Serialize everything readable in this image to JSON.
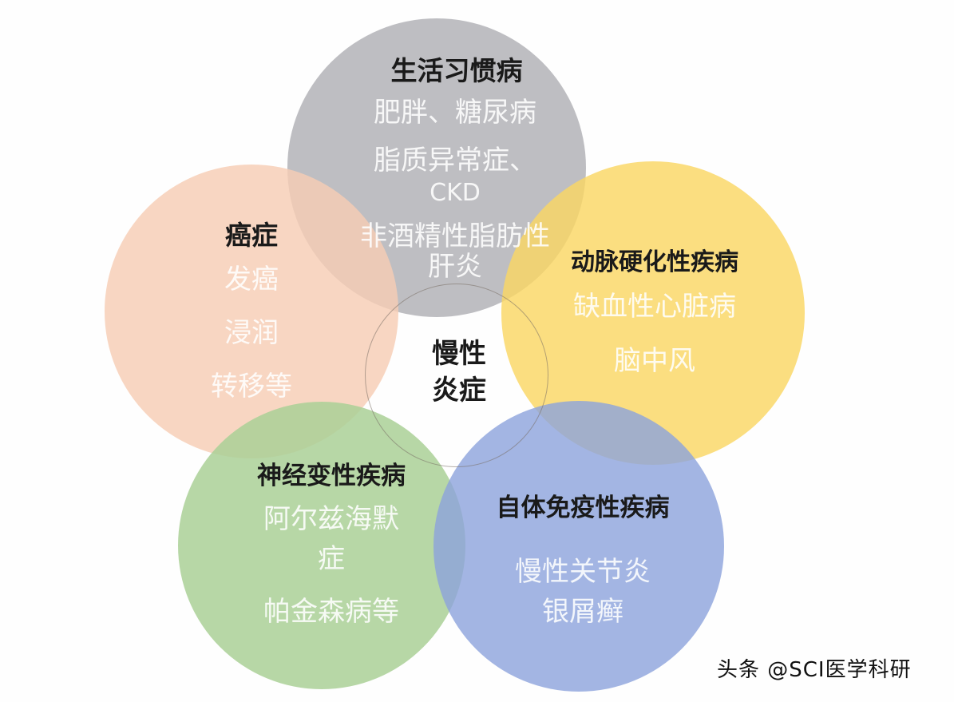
{
  "diagram": {
    "center": {
      "line1": "慢性",
      "line2": "炎症"
    },
    "circles": [
      {
        "id": "lifestyle",
        "title": "生活习惯病",
        "color": "#b0b0b4",
        "items": [
          "肥胖、糖尿病",
          "脂质异常症、",
          "CKD",
          "非酒精性脂肪性",
          "肝炎"
        ]
      },
      {
        "id": "cancer",
        "title": "癌症",
        "color": "#f7cdb4",
        "items": [
          "发癌",
          "浸润",
          "转移等"
        ]
      },
      {
        "id": "atherosclerosis",
        "title": "动脉硬化性疾病",
        "color": "#fad764",
        "items": [
          "缺血性心脏病",
          "脑中风"
        ]
      },
      {
        "id": "neurodegenerative",
        "title": "神经变性疾病",
        "color": "#aad096",
        "items": [
          "阿尔兹海默",
          "症",
          "帕金森病等"
        ]
      },
      {
        "id": "autoimmune",
        "title": "自体免疫性疾病",
        "color": "#8ca2dc",
        "items": [
          "慢性关节炎",
          "银屑癣"
        ]
      }
    ]
  },
  "watermark": "头条 @SCI医学科研"
}
